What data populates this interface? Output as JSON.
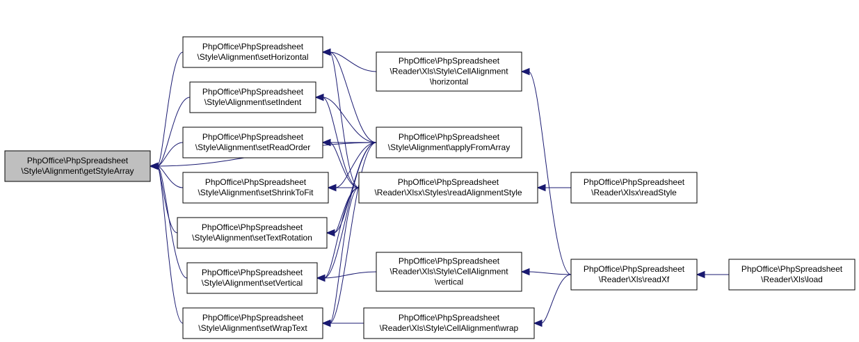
{
  "nodes": [
    {
      "id": "getStyleArray",
      "lines": [
        "PhpOffice\\PhpSpreadsheet",
        "\\Style\\Alignment\\getStyleArray"
      ],
      "active": true
    },
    {
      "id": "setHorizontal",
      "lines": [
        "PhpOffice\\PhpSpreadsheet",
        "\\Style\\Alignment\\setHorizontal"
      ]
    },
    {
      "id": "setIndent",
      "lines": [
        "PhpOffice\\PhpSpreadsheet",
        "\\Style\\Alignment\\setIndent"
      ]
    },
    {
      "id": "setReadOrder",
      "lines": [
        "PhpOffice\\PhpSpreadsheet",
        "\\Style\\Alignment\\setReadOrder"
      ]
    },
    {
      "id": "setShrinkToFit",
      "lines": [
        "PhpOffice\\PhpSpreadsheet",
        "\\Style\\Alignment\\setShrinkToFit"
      ]
    },
    {
      "id": "setTextRotation",
      "lines": [
        "PhpOffice\\PhpSpreadsheet",
        "\\Style\\Alignment\\setTextRotation"
      ]
    },
    {
      "id": "setVertical",
      "lines": [
        "PhpOffice\\PhpSpreadsheet",
        "\\Style\\Alignment\\setVertical"
      ]
    },
    {
      "id": "setWrapText",
      "lines": [
        "PhpOffice\\PhpSpreadsheet",
        "\\Style\\Alignment\\setWrapText"
      ]
    },
    {
      "id": "xlsHorizontal",
      "lines": [
        "PhpOffice\\PhpSpreadsheet",
        "\\Reader\\Xls\\Style\\CellAlignment",
        "\\horizontal"
      ]
    },
    {
      "id": "applyFromArray",
      "lines": [
        "PhpOffice\\PhpSpreadsheet",
        "\\Style\\Alignment\\applyFromArray"
      ]
    },
    {
      "id": "readAlignmentStyle",
      "lines": [
        "PhpOffice\\PhpSpreadsheet",
        "\\Reader\\Xlsx\\Styles\\readAlignmentStyle"
      ]
    },
    {
      "id": "xlsVertical",
      "lines": [
        "PhpOffice\\PhpSpreadsheet",
        "\\Reader\\Xls\\Style\\CellAlignment",
        "\\vertical"
      ]
    },
    {
      "id": "xlsWrap",
      "lines": [
        "PhpOffice\\PhpSpreadsheet",
        "\\Reader\\Xls\\Style\\CellAlignment\\wrap"
      ]
    },
    {
      "id": "readStyle",
      "lines": [
        "PhpOffice\\PhpSpreadsheet",
        "\\Reader\\Xlsx\\readStyle"
      ]
    },
    {
      "id": "readXf",
      "lines": [
        "PhpOffice\\PhpSpreadsheet",
        "\\Reader\\Xls\\readXf"
      ]
    },
    {
      "id": "load",
      "lines": [
        "PhpOffice\\PhpSpreadsheet",
        "\\Reader\\Xls\\load"
      ]
    }
  ],
  "edges": [
    {
      "from": "setHorizontal",
      "to": "getStyleArray"
    },
    {
      "from": "setIndent",
      "to": "getStyleArray"
    },
    {
      "from": "setReadOrder",
      "to": "getStyleArray"
    },
    {
      "from": "setShrinkToFit",
      "to": "getStyleArray"
    },
    {
      "from": "setTextRotation",
      "to": "getStyleArray"
    },
    {
      "from": "setVertical",
      "to": "getStyleArray"
    },
    {
      "from": "setWrapText",
      "to": "getStyleArray"
    },
    {
      "from": "applyFromArray",
      "to": "getStyleArray"
    },
    {
      "from": "xlsHorizontal",
      "to": "setHorizontal"
    },
    {
      "from": "applyFromArray",
      "to": "setHorizontal"
    },
    {
      "from": "readAlignmentStyle",
      "to": "setHorizontal"
    },
    {
      "from": "applyFromArray",
      "to": "setIndent"
    },
    {
      "from": "readAlignmentStyle",
      "to": "setIndent"
    },
    {
      "from": "applyFromArray",
      "to": "setReadOrder"
    },
    {
      "from": "readAlignmentStyle",
      "to": "setReadOrder"
    },
    {
      "from": "applyFromArray",
      "to": "setShrinkToFit"
    },
    {
      "from": "readAlignmentStyle",
      "to": "setShrinkToFit"
    },
    {
      "from": "applyFromArray",
      "to": "setTextRotation"
    },
    {
      "from": "readAlignmentStyle",
      "to": "setTextRotation"
    },
    {
      "from": "applyFromArray",
      "to": "setVertical"
    },
    {
      "from": "readAlignmentStyle",
      "to": "setVertical"
    },
    {
      "from": "xlsVertical",
      "to": "setVertical"
    },
    {
      "from": "applyFromArray",
      "to": "setWrapText"
    },
    {
      "from": "readAlignmentStyle",
      "to": "setWrapText"
    },
    {
      "from": "xlsWrap",
      "to": "setWrapText"
    },
    {
      "from": "readXf",
      "to": "xlsHorizontal"
    },
    {
      "from": "readXf",
      "to": "xlsVertical"
    },
    {
      "from": "readXf",
      "to": "xlsWrap"
    },
    {
      "from": "readStyle",
      "to": "readAlignmentStyle"
    },
    {
      "from": "load",
      "to": "readXf"
    }
  ],
  "colors": {
    "edge": "#191970",
    "active_fill": "#bfbfbf",
    "node_fill": "#ffffff",
    "border": "#000000"
  }
}
